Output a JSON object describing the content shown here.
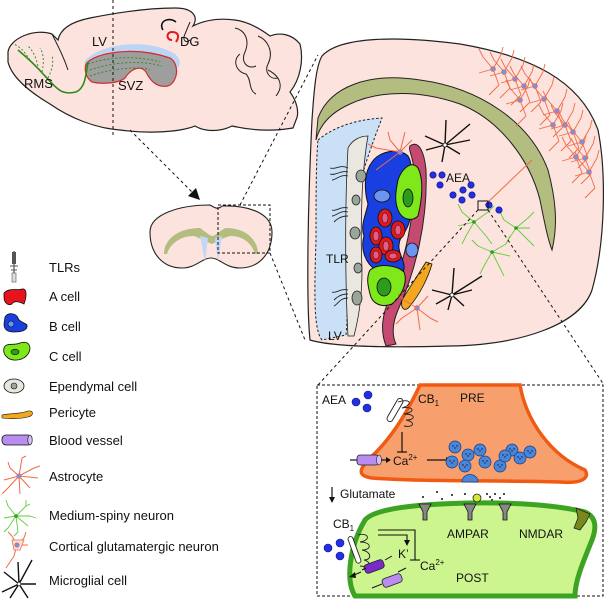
{
  "sagittal": {
    "labels": {
      "lv": "LV",
      "dg": "DG",
      "rms": "RMS",
      "svz": "SVZ"
    }
  },
  "zoomed_region": {
    "labels": {
      "aea": "AEA",
      "tlr": "TLR",
      "lv": "LV"
    }
  },
  "synapse": {
    "labels": {
      "aea": "AEA",
      "cb1_pre": "CB",
      "cb1_pre_sub": "1",
      "pre": "PRE",
      "ca_pre": "Ca",
      "ca_pre_sup": "2+",
      "glutamate": "Glutamate",
      "cb1_post": "CB",
      "cb1_post_sub": "1",
      "k": "K’",
      "ca_post": "Ca",
      "ca_post_sup": "2+",
      "ampar": "AMPAR",
      "nmdar": "NMDAR",
      "post": "POST"
    }
  },
  "legend": {
    "items": [
      {
        "icon": "tlr-icon",
        "label": "TLRs"
      },
      {
        "icon": "a-cell-icon",
        "label": "A cell",
        "color": "#e8141c"
      },
      {
        "icon": "b-cell-icon",
        "label": "B cell",
        "color": "#1a3fe0"
      },
      {
        "icon": "c-cell-icon",
        "label": "C cell",
        "color": "#7ee81a"
      },
      {
        "icon": "ependymal-cell-icon",
        "label": "Ependymal cell",
        "color": "#e8e6df"
      },
      {
        "icon": "pericyte-icon",
        "label": "Pericyte",
        "color": "#f2a71e"
      },
      {
        "icon": "blood-vessel-icon",
        "label": "Blood vessel",
        "color": "#b98cf0"
      },
      {
        "icon": "astrocyte-icon",
        "label": "Astrocyte",
        "color": "#f06a48"
      },
      {
        "icon": "medium-spiny-neuron-icon",
        "label": "Medium-spiny neuron",
        "color": "#5ecf3a"
      },
      {
        "icon": "cortical-glutamatergic-neuron-icon",
        "label": "Cortical glutamatergic neuron",
        "color": "#f06a48"
      },
      {
        "icon": "microglial-cell-icon",
        "label": "Microglial cell",
        "color": "#111111"
      }
    ]
  },
  "colors": {
    "tissue": "#fde3dd",
    "white_matter": "#b3bd80",
    "ventricle": "#c9e0f7",
    "pre_terminal": "#f7a06d",
    "pre_membrane": "#f05a12",
    "post_terminal": "#cdf58f",
    "post_membrane": "#3da322",
    "vesicle": "#4a86d8",
    "aea": "#2430e0"
  }
}
